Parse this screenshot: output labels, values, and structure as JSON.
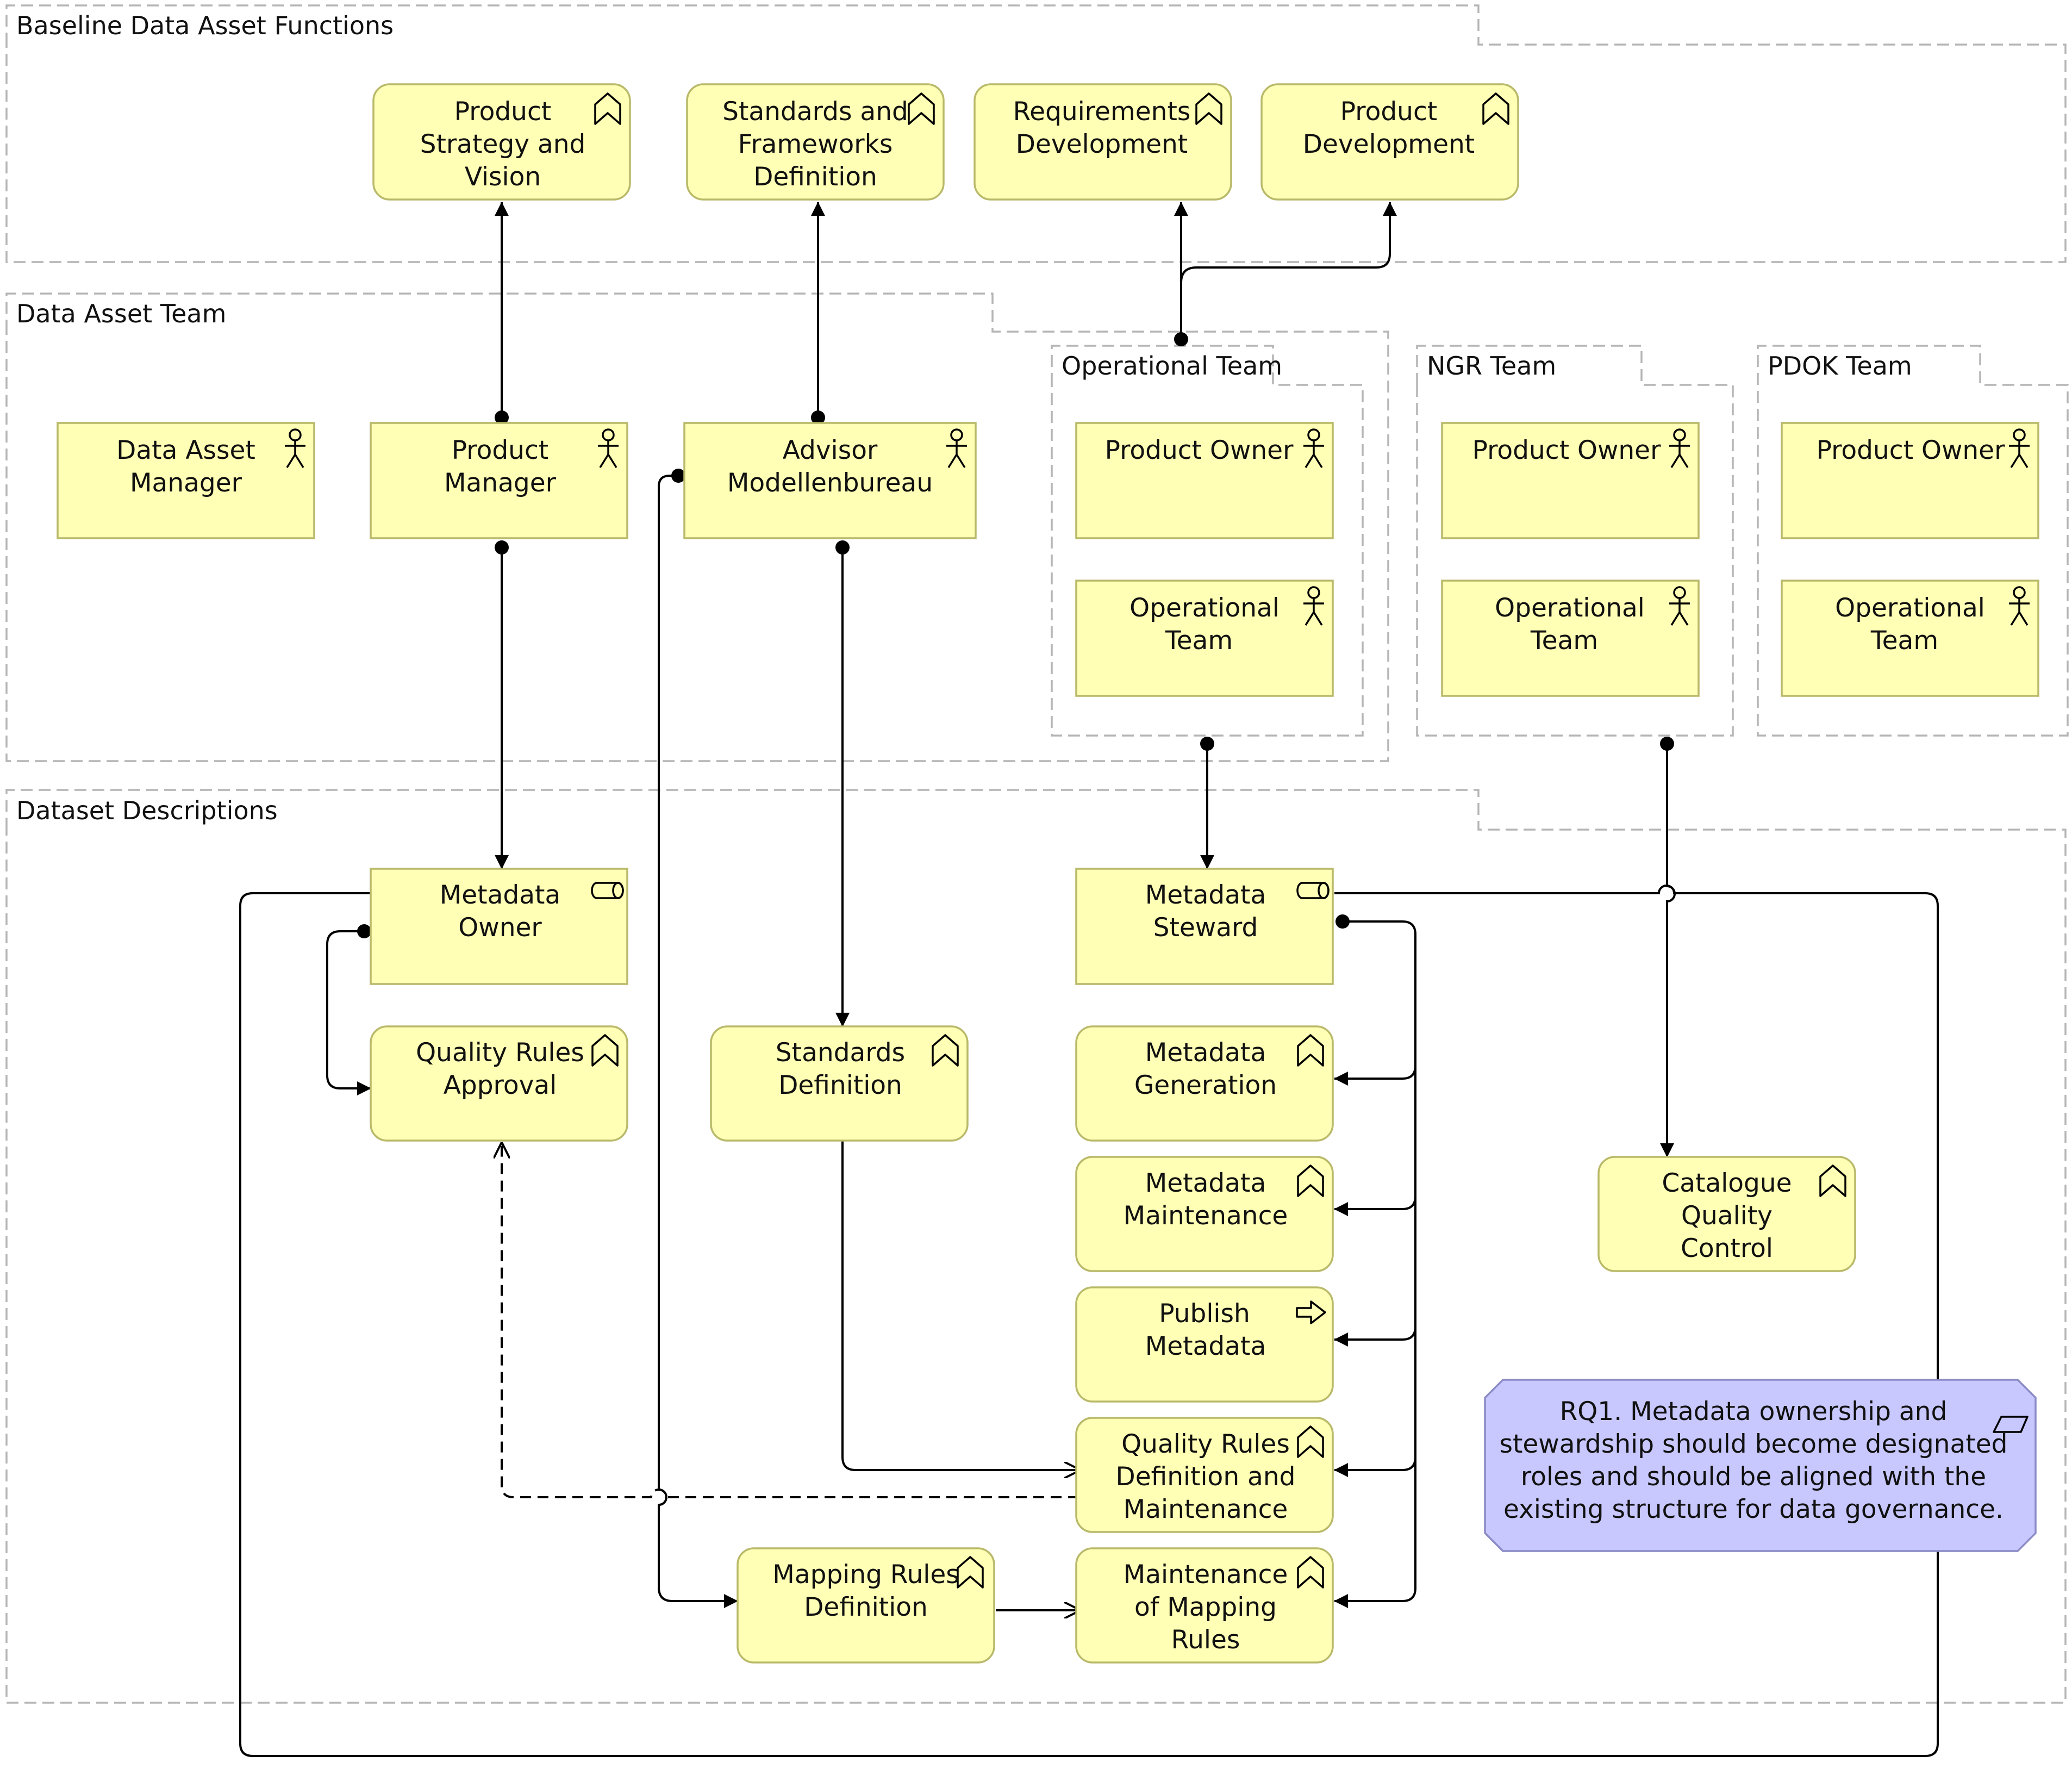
{
  "groups": {
    "baseline": "Baseline Data Asset Functions",
    "team": "Data Asset Team",
    "operational": "Operational Team",
    "ngr": "NGR Team",
    "pdok": "PDOK Team",
    "dataset": "Dataset Descriptions"
  },
  "elements": {
    "product_strategy": [
      "Product",
      "Strategy and",
      "Vision"
    ],
    "standards_frameworks": [
      "Standards and",
      "Frameworks",
      "Definition"
    ],
    "requirements_development": [
      "Requirements",
      "Development"
    ],
    "product_development": [
      "Product",
      "Development"
    ],
    "data_asset_manager": [
      "Data Asset",
      "Manager"
    ],
    "product_manager": [
      "Product",
      "Manager"
    ],
    "advisor": [
      "Advisor",
      "Modellenbureau"
    ],
    "op_product_owner": [
      "Product Owner"
    ],
    "op_operational_team": [
      "Operational",
      "Team"
    ],
    "ngr_product_owner": [
      "Product Owner"
    ],
    "ngr_operational_team": [
      "Operational",
      "Team"
    ],
    "pdok_product_owner": [
      "Product Owner"
    ],
    "pdok_operational_team": [
      "Operational",
      "Team"
    ],
    "metadata_owner": [
      "Metadata",
      "Owner"
    ],
    "quality_rules_approval": [
      "Quality Rules",
      "Approval"
    ],
    "standards_definition": [
      "Standards",
      "Definition"
    ],
    "metadata_steward": [
      "Metadata",
      "Steward"
    ],
    "metadata_generation": [
      "Metadata",
      "Generation"
    ],
    "metadata_maintenance": [
      "Metadata",
      "Maintenance"
    ],
    "publish_metadata": [
      "Publish",
      "Metadata"
    ],
    "quality_rules_definition": [
      "Quality Rules",
      "Definition and",
      "Maintenance"
    ],
    "mapping_rules_definition": [
      "Mapping Rules",
      "Definition"
    ],
    "maintenance_mapping_rules": [
      "Maintenance",
      "of Mapping",
      "Rules"
    ],
    "catalogue_quality_control": [
      "Catalogue",
      "Quality",
      "Control"
    ]
  },
  "note": [
    "RQ1. Metadata ownership and",
    "stewardship should become designated",
    "roles and should be aligned with the",
    "existing structure for data governance."
  ],
  "colors": {
    "element_fill": "#ffffb5",
    "element_border": "#b9b96a",
    "note_fill": "#c8c8ff",
    "note_border": "#8b8bc6",
    "group_border": "#b5b5b5"
  }
}
